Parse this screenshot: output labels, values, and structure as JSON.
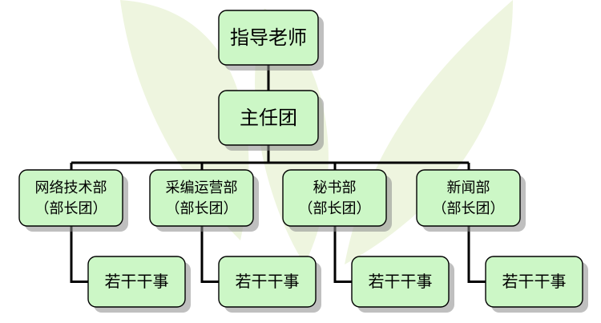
{
  "colors": {
    "node_fill": "#ccf7c6",
    "node_border": "#000000",
    "connector": "#000000",
    "background_leaf": "#eef5df"
  },
  "chart": {
    "root": {
      "label": "指导老师"
    },
    "director": {
      "label": "主任团"
    },
    "departments": [
      {
        "lines": [
          "网络技术部",
          "（部长团）"
        ],
        "staff": "若干干事"
      },
      {
        "lines": [
          "采编运营部",
          "（部长团）"
        ],
        "staff": "若干干事"
      },
      {
        "lines": [
          "秘书部",
          "（部长团）"
        ],
        "staff": "若干干事"
      },
      {
        "lines": [
          "新闻部",
          "（部长团）"
        ],
        "staff": "若干干事"
      }
    ]
  }
}
